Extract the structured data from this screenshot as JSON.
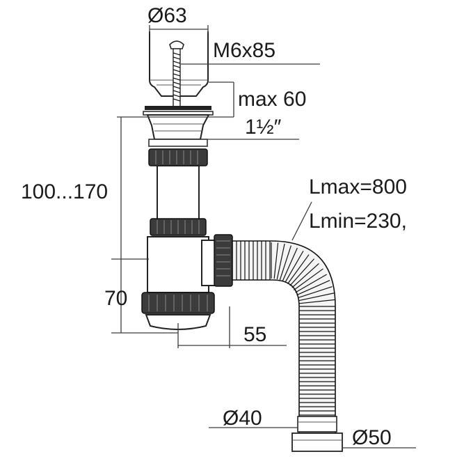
{
  "labels": {
    "dia_top": "Ø63",
    "screw": "M6x85",
    "max_height": "max 60",
    "thread": "1½″",
    "height_range": "100...170",
    "lmax": "Lmax=800",
    "lmin": "Lmin=230,",
    "trap_height": "70",
    "offset": "55",
    "dia_40": "Ø40",
    "dia_50": "Ø50"
  },
  "colors": {
    "line": "#222222",
    "nut": "#3b3b3b",
    "text": "#1a1a1a"
  }
}
